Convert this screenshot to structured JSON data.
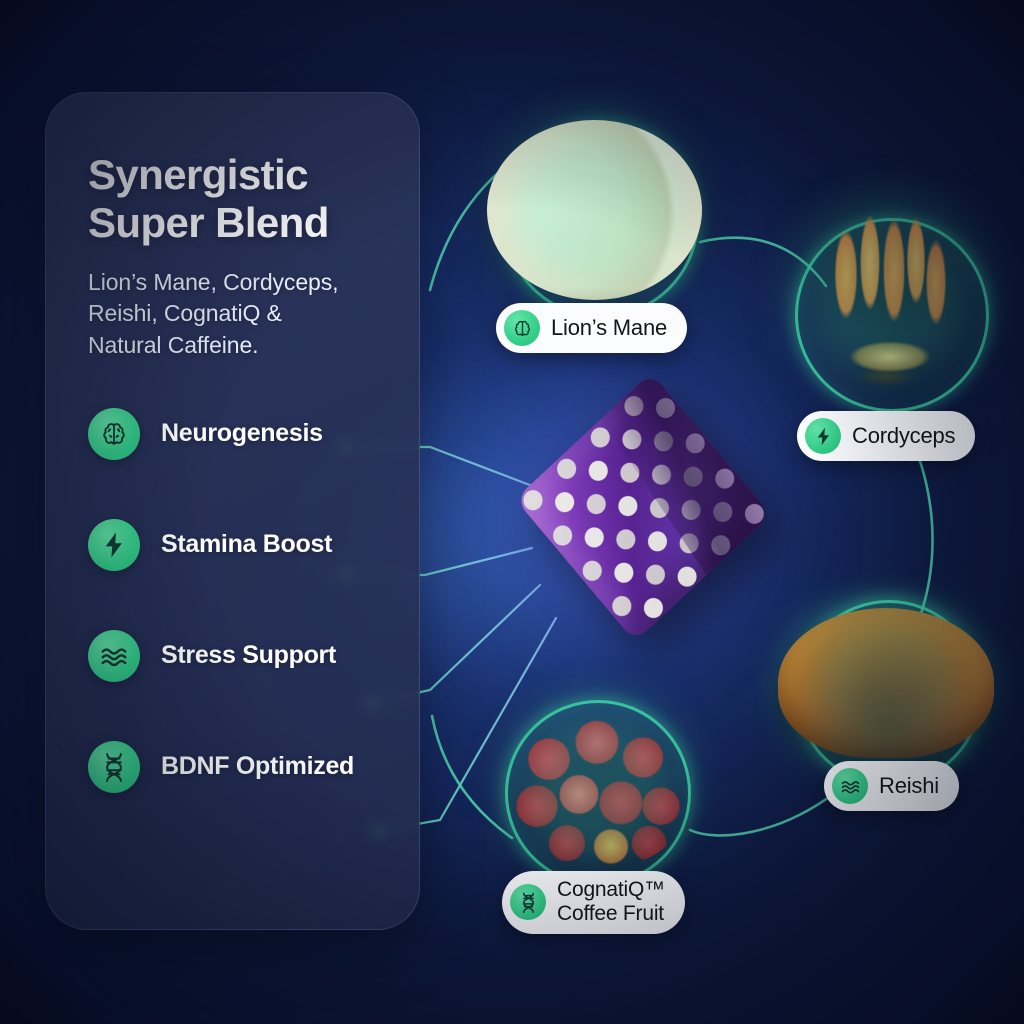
{
  "card": {
    "title_line1": "Synergistic",
    "title_line2": "Super Blend",
    "subtitle_line1": "Lion’s Mane, Cordyceps,",
    "subtitle_line2": "Reishi, CognatiQ &",
    "subtitle_line3": "Natural Caffeine.",
    "benefits": [
      {
        "label": "Neurogenesis",
        "icon": "brain-icon"
      },
      {
        "label": "Stamina Boost",
        "icon": "lightning-bolt-icon"
      },
      {
        "label": "Stress Support",
        "icon": "waves-icon"
      },
      {
        "label": "BDNF Optimized",
        "icon": "dna-icon"
      }
    ]
  },
  "ingredients": [
    {
      "label": "Lion’s Mane",
      "icon": "brain-icon",
      "photo": "lions-mane-mushroom"
    },
    {
      "label": "Cordyceps",
      "icon": "lightning-bolt-icon",
      "photo": "cordyceps-mushroom"
    },
    {
      "label": "Reishi",
      "icon": "waves-icon",
      "photo": "reishi-mushroom"
    },
    {
      "label_line1": "CognatiQ™",
      "label_line2": "Coffee Fruit",
      "icon": "dna-icon",
      "photo": "coffee-fruit-cherries"
    }
  ],
  "product": {
    "name": "purple-foil-wrapped-bar"
  },
  "colors": {
    "background_dark": "#0a1130",
    "background_mid": "#1b3172",
    "card": "#313a60",
    "accent_green": "#33ce89",
    "accent_teal": "#3ed6a8",
    "pill_background": "#fbfcfe",
    "pill_text": "#14161c",
    "product_purple": "#6f34ae"
  }
}
